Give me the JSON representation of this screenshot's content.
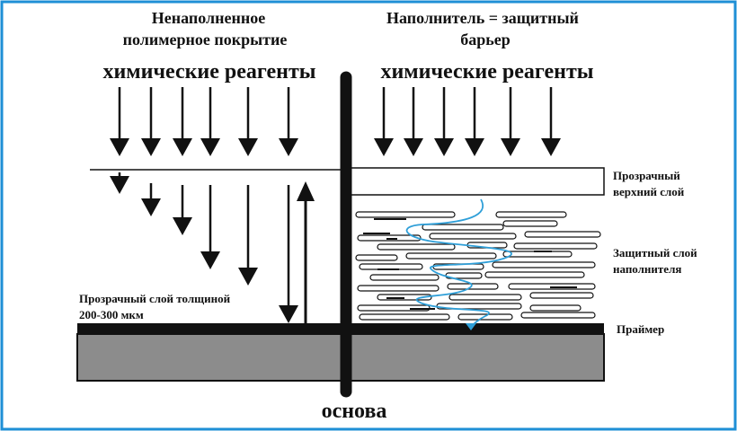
{
  "left_panel": {
    "title_line1": "Ненаполненное",
    "title_line2": "полимерное покрытие",
    "reagents_label": "химические реагенты",
    "layer_label_line1": "Прозрачный слой толщиной",
    "layer_label_line2": "200-300 мкм"
  },
  "right_panel": {
    "title_line1": "Наполнитель = защитный",
    "title_line2": "барьер",
    "reagents_label": "химические реагенты",
    "top_layer_line1": "Прозрачный",
    "top_layer_line2": "верхний слой",
    "filler_layer_line1": "Защитный слой",
    "filler_layer_line2": "наполнителя",
    "primer_label": "Праймер"
  },
  "substrate_label": "основа",
  "colors": {
    "border": "#1e8fd6",
    "ink": "#111111",
    "substrate": "#8c8c8c",
    "diffusion_path": "#2f9fd8"
  }
}
